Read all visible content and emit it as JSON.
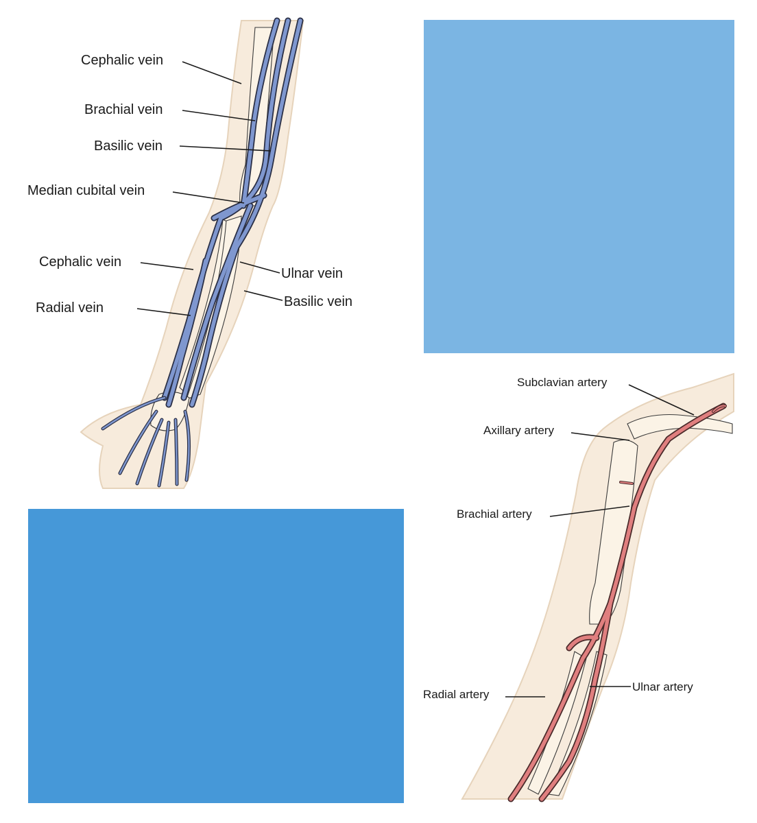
{
  "colors": {
    "block_top_right": "#7bb5e3",
    "block_bottom_left": "#4698d8",
    "vein": "#7f97cf",
    "artery": "#e07f7f",
    "skin": "#f7ebdc"
  },
  "veins_figure": {
    "labels": {
      "cephalic_upper": "Cephalic vein",
      "brachial": "Brachial vein",
      "basilic_upper": "Basilic vein",
      "median_cubital": "Median cubital vein",
      "cephalic_lower": "Cephalic vein",
      "radial": "Radial vein",
      "ulnar": "Ulnar vein",
      "basilic_lower": "Basilic vein"
    }
  },
  "arteries_figure": {
    "labels": {
      "subclavian": "Subclavian artery",
      "axillary": "Axillary artery",
      "brachial": "Brachial artery",
      "radial": "Radial artery",
      "ulnar": "Ulnar artery"
    }
  }
}
